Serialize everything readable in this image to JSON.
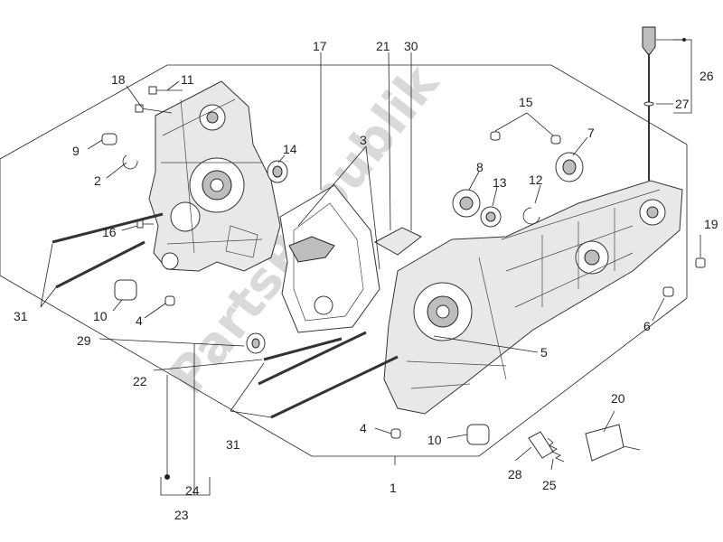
{
  "labels": {
    "l1": "1",
    "l2": "2",
    "l3": "3",
    "l4a": "4",
    "l4b": "4",
    "l5": "5",
    "l6": "6",
    "l7": "7",
    "l8": "8",
    "l9": "9",
    "l10a": "10",
    "l10b": "10",
    "l11": "11",
    "l12": "12",
    "l13": "13",
    "l14": "14",
    "l15": "15",
    "l16": "16",
    "l17": "17",
    "l18": "18",
    "l19": "19",
    "l20": "20",
    "l21": "21",
    "l22": "22",
    "l23": "23",
    "l24": "24",
    "l25": "25",
    "l26": "26",
    "l27": "27",
    "l28": "28",
    "l29": "29",
    "l30": "30",
    "l31a": "31",
    "l31b": "31"
  },
  "watermark": "PartsRepublik"
}
